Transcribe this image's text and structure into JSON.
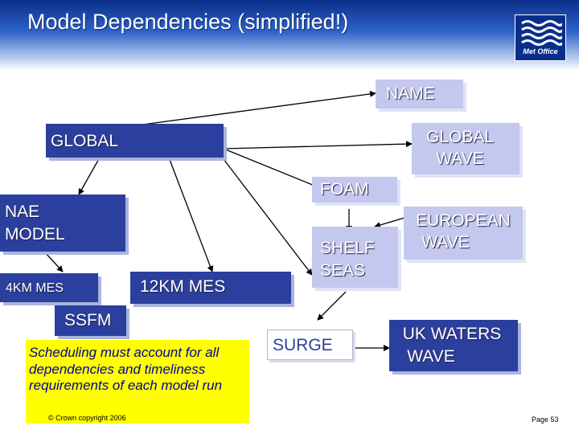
{
  "slide": {
    "title": "Model Dependencies (simplified!)",
    "logo_text": "Met Office",
    "copyright": "© Crown copyright 2006",
    "page": "Page 53"
  },
  "nodes": {
    "name": "NAME",
    "global": "GLOBAL",
    "global_wave": [
      "GLOBAL",
      "WAVE"
    ],
    "foam": "FOAM",
    "nae_model": [
      "NAE",
      "MODEL"
    ],
    "european_wave": [
      "EUROPEAN",
      "WAVE"
    ],
    "shelf_seas": [
      "SHELF",
      "SEAS"
    ],
    "mes_4km": "4KM MES",
    "mes_12km": "12KM MES",
    "ssfm": "SSFM",
    "surge": "SURGE",
    "uk_waters_wave": [
      "UK WATERS",
      "WAVE"
    ]
  },
  "note": "Scheduling must account for all dependencies and timeliness requirements of each model run",
  "colors": {
    "dark_box": "#2a3f9e",
    "light_box": "#c4c7ee",
    "note_bg": "#ffff00",
    "note_text": "#000099"
  }
}
